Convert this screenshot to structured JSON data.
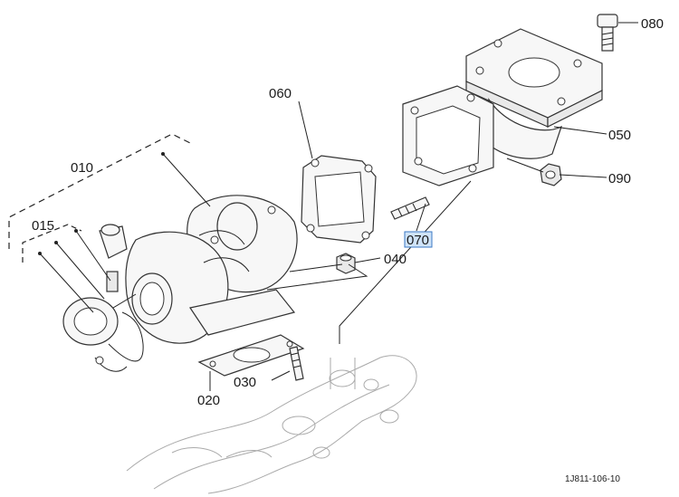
{
  "callouts": [
    {
      "id": "c080",
      "text": "080"
    },
    {
      "id": "c050",
      "text": "050"
    },
    {
      "id": "c060",
      "text": "060"
    },
    {
      "id": "c090",
      "text": "090"
    },
    {
      "id": "c010",
      "text": "010"
    },
    {
      "id": "c015",
      "text": "015"
    },
    {
      "id": "c070",
      "text": "070",
      "highlight": true
    },
    {
      "id": "c040",
      "text": "040"
    },
    {
      "id": "c030",
      "text": "030"
    },
    {
      "id": "c020",
      "text": "020"
    }
  ],
  "drawing_code": "1J811-106-10",
  "colors": {
    "highlight_fill": "#cfe3f8",
    "highlight_stroke": "#3b78c4",
    "line": "#222222"
  }
}
